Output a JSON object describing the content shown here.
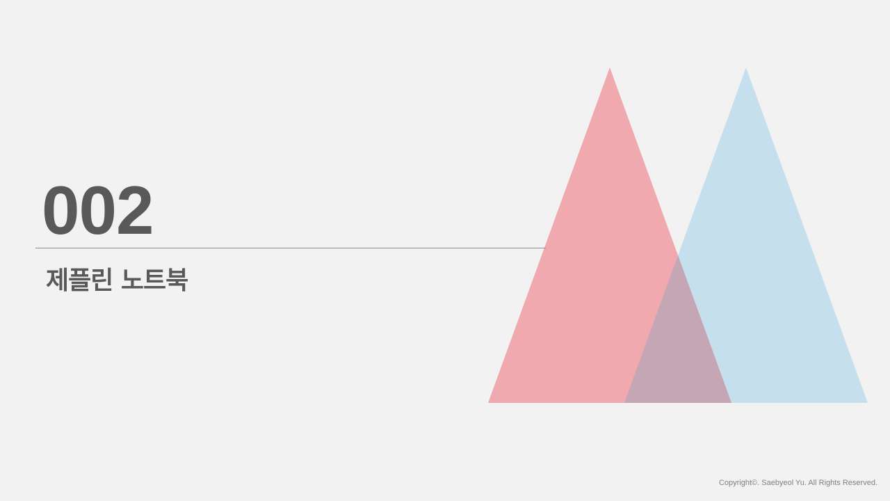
{
  "slide": {
    "section_number": "002",
    "section_title": "제플린 노트북",
    "copyright": "Copyright©. Saebyeol Yu. All Rights Reserved."
  },
  "colors": {
    "background": "#f2f2f2",
    "text": "#595959",
    "divider": "#8c8c8c",
    "pink_triangle": "#f0a9af",
    "blue_triangle": "#c6dfec",
    "overlap": "#c4a6b5"
  }
}
